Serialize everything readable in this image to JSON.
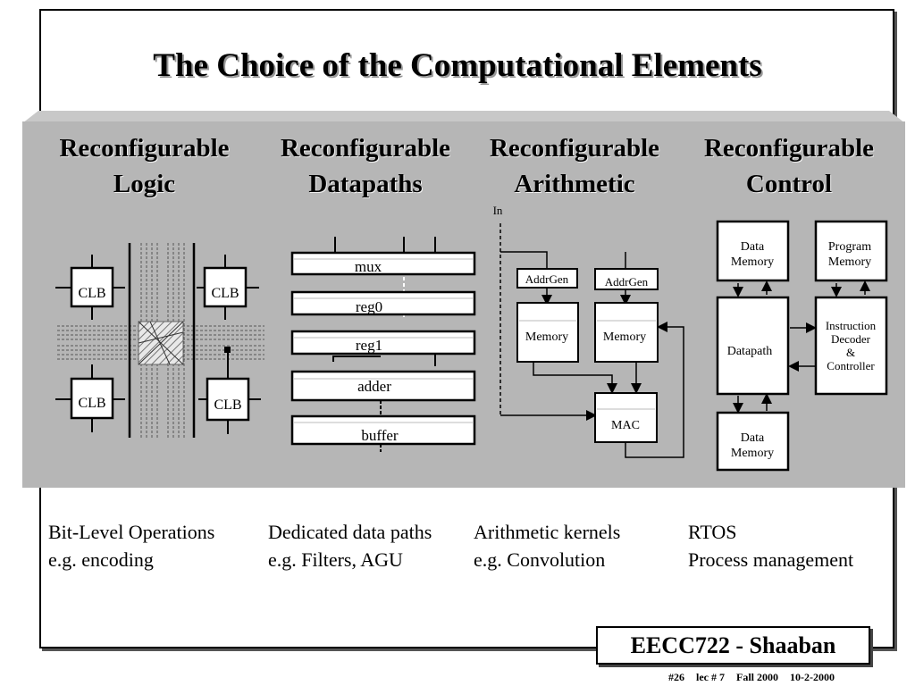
{
  "title": "The Choice of the Computational Elements",
  "columns": [
    {
      "heading_line1": "Reconfigurable",
      "heading_line2": "Logic",
      "desc_line1": "Bit-Level Operations",
      "desc_line2": "e.g. encoding"
    },
    {
      "heading_line1": "Reconfigurable",
      "heading_line2": "Datapaths",
      "desc_line1": "Dedicated data paths",
      "desc_line2": "e.g. Filters, AGU"
    },
    {
      "heading_line1": "Reconfigurable",
      "heading_line2": "Arithmetic",
      "desc_line1": "Arithmetic kernels",
      "desc_line2": "e.g. Convolution"
    },
    {
      "heading_line1": "Reconfigurable",
      "heading_line2": "Control",
      "desc_line1": "RTOS",
      "desc_line2": "Process management"
    }
  ],
  "logic": {
    "clb": "CLB"
  },
  "datapath": {
    "mux": "mux",
    "reg0": "reg0",
    "reg1": "reg1",
    "adder": "adder",
    "buffer": "buffer"
  },
  "arith": {
    "in": "In",
    "addrgen": "AddrGen",
    "memory": "Memory",
    "mac": "MAC"
  },
  "control": {
    "data_memory_l1": "Data",
    "data_memory_l2": "Memory",
    "program_memory_l1": "Program",
    "program_memory_l2": "Memory",
    "datapath": "Datapath",
    "idc_l1": "Instruction",
    "idc_l2": "Decoder",
    "idc_l3": "&",
    "idc_l4": "Controller"
  },
  "badge": "EECC722 - Shaaban",
  "footer": {
    "slide": "#26",
    "lecture": "lec # 7",
    "term": "Fall 2000",
    "date": "10-2-2000"
  }
}
